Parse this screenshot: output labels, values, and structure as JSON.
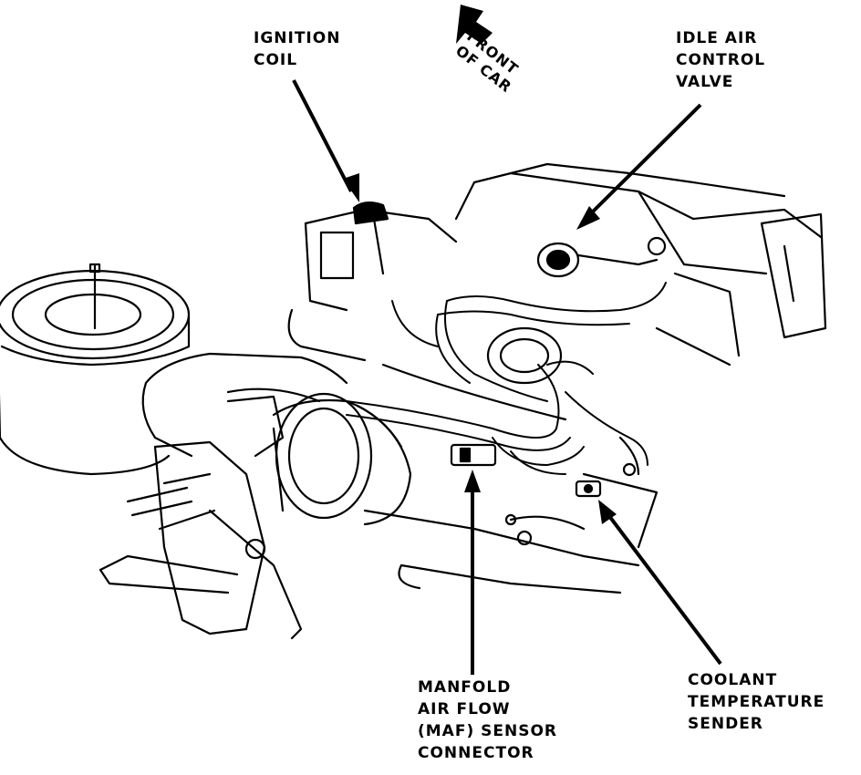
{
  "labels": {
    "ignition_coil": [
      "IGNITION",
      "COIL"
    ],
    "idle_air_control_valve": [
      "IDLE AIR",
      "CONTROL",
      "VALVE"
    ],
    "front_of_car": [
      "FRONT",
      "OF CAR"
    ],
    "maf_sensor_connector": [
      "MANFOLD",
      "AIR FLOW",
      "(MAF) SENSOR",
      "CONNECTOR"
    ],
    "coolant_temperature_sender": [
      "COOLANT",
      "TEMPERATURE",
      "SENDER"
    ]
  },
  "colors": {
    "ink": "#000000",
    "paper": "#ffffff"
  }
}
